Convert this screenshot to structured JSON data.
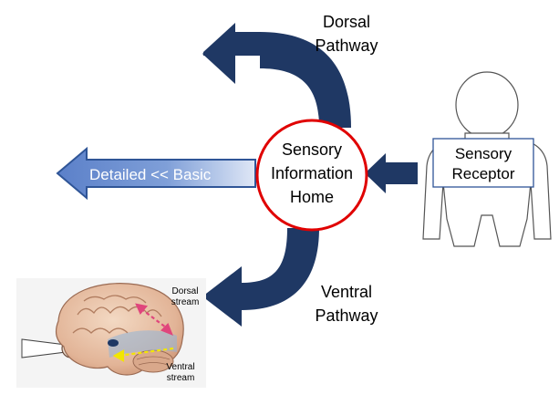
{
  "colors": {
    "pathway_arrow": "#1f3864",
    "home_circle_border": "#e00000",
    "detail_arrow_fill_light": "#c9d7ef",
    "detail_arrow_fill_dark": "#4a72c4",
    "detail_arrow_border": "#2f5597",
    "receptor_box_border": "#2f5597",
    "brain_dorsal_arrow": "#e0467c",
    "brain_ventral_arrow": "#f2e600"
  },
  "labels": {
    "dorsal_pathway_line1": "Dorsal",
    "dorsal_pathway_line2": "Pathway",
    "ventral_pathway_line1": "Ventral",
    "ventral_pathway_line2": "Pathway",
    "home_line1": "Sensory",
    "home_line2": "Information",
    "home_line3": "Home",
    "receptor_line1": "Sensory",
    "receptor_line2": "Receptor",
    "detail_arrow": "Detailed << Basic"
  },
  "brain_image": {
    "dorsal_stream_line1": "Dorsal",
    "dorsal_stream_line2": "stream",
    "ventral_stream_line1": "Ventral",
    "ventral_stream_line2": "stream"
  },
  "icons": {
    "person": "person-outline-icon",
    "brain": "brain-illustration"
  }
}
